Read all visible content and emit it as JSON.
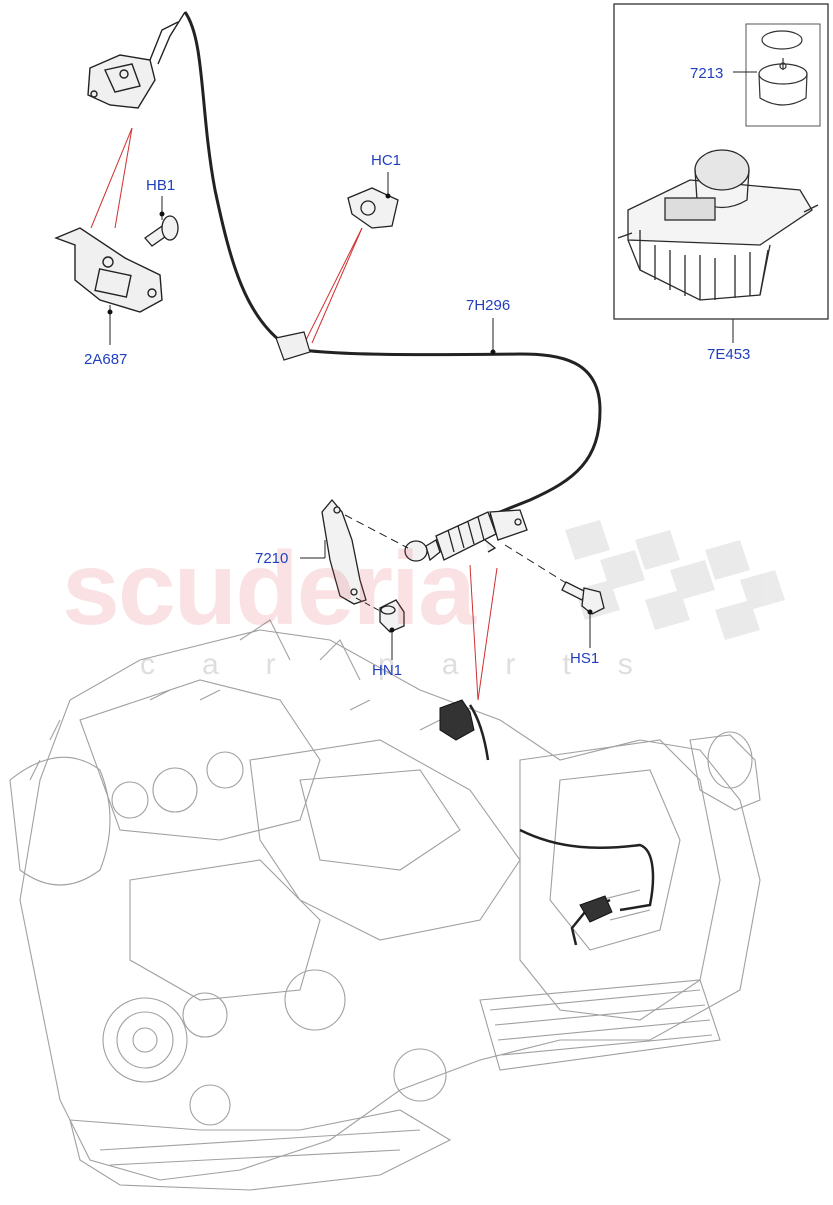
{
  "watermark": {
    "brand": "scuderia",
    "subline": "car parts"
  },
  "callouts": {
    "hb1": "HB1",
    "hc1": "HC1",
    "bracket_2a687": "2A687",
    "cable_7h296": "7H296",
    "seal_7213": "7213",
    "selector_7e453": "7E453",
    "lever_7210": "7210",
    "hn1": "HN1",
    "hs1": "HS1"
  },
  "colors": {
    "callout_text": "#1f3fbf",
    "leader_red": "#d03030",
    "line_dark": "#1a1a1a",
    "engine_grey": "#9a9a9a"
  }
}
